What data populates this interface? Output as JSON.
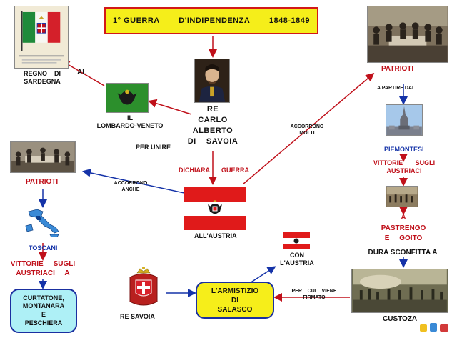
{
  "title": {
    "left": "1°   GUERRA",
    "middle": "D'INDIPENDENZA",
    "right": "1848-1849"
  },
  "labels": {
    "regno": "REGNO    DI\nSARDEGNA",
    "al": "AL",
    "lombardo": "IL\nLOMBARDO-VENETO",
    "per_unire": "PER      UNIRE",
    "re_carlo": "RE\nCARLO\nALBERTO\nDI    SAVOIA",
    "dichiara": "DICHIARA",
    "guerra": "GUERRA",
    "accorrono_anche": "ACCORRONO\nANCHE",
    "patrioti_left": "PATRIOTI",
    "toscani": "TOSCANI",
    "vittorie_left": "VITTORIE     SUGLI\nAUSTRIACI     A",
    "curtatone": "CURTATONE,\nMONTANARA\nE\nPESCHIERA",
    "all_austria": "ALL'AUSTRIA",
    "accorrono_molti": "ACCORRONO\nMOLTI",
    "con_austria": "CON\nL'AUSTRIA",
    "re_savoia": "RE      SAVOIA",
    "armistizio": "L'ARMISTIZIO\nDI\nSALASCO",
    "per_cui": "PER    CUI    VIENE\nFIRMATO",
    "patrioti_right": "PATRIOTI",
    "a_partire": "A          PARTIRE          DAI",
    "piemontesi": "PIEMONTESI",
    "vittorie_right": "VITTORIE       SUGLI\nAUSTRIACI",
    "pastrengo": "A\nPASTRENGO\nE     GOITO",
    "dura": "DURA        SCONFITTA       A",
    "custoza": "CUSTOZA"
  },
  "colors": {
    "title_fill": "#f5ee1a",
    "arrow_red": "#c0101a",
    "arrow_blue": "#1533a8",
    "text_red": "#c0101a",
    "text_blue": "#1533a8"
  }
}
